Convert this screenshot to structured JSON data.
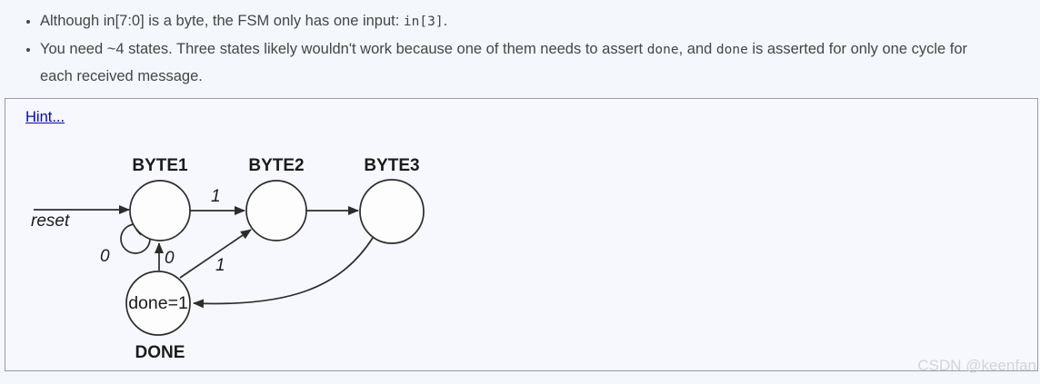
{
  "page": {
    "background": "#f4f7fc",
    "text_color": "#454545",
    "link_color": "#0000ee",
    "box_border_color": "#9b9ba1"
  },
  "notes": {
    "item1": {
      "text1": "Although in[7:0] is a byte, the FSM only has one input: ",
      "code1": "in[3]",
      "text2": "."
    },
    "item2": {
      "text1": "You need ~4 states. Three states likely wouldn't work because one of them needs to assert ",
      "code1": "done",
      "text2": ", and ",
      "code2": "done",
      "text3": " is asserted for only one cycle for each received message."
    }
  },
  "hint": {
    "link_label": "Hint..."
  },
  "diagram": {
    "initial_label": "reset",
    "states": [
      {
        "name": "BYTE1",
        "output": ""
      },
      {
        "name": "BYTE2",
        "output": ""
      },
      {
        "name": "BYTE3",
        "output": ""
      },
      {
        "name": "DONE",
        "output": "done=1"
      }
    ],
    "transitions": [
      {
        "from": "(start)",
        "to": "BYTE1",
        "label": "reset"
      },
      {
        "from": "BYTE1",
        "to": "BYTE1",
        "label": "0"
      },
      {
        "from": "BYTE1",
        "to": "BYTE2",
        "label": "1"
      },
      {
        "from": "BYTE2",
        "to": "BYTE3",
        "label": ""
      },
      {
        "from": "BYTE3",
        "to": "DONE",
        "label": ""
      },
      {
        "from": "DONE",
        "to": "BYTE1",
        "label": "0"
      },
      {
        "from": "DONE",
        "to": "BYTE2",
        "label": "1"
      }
    ]
  },
  "watermark": {
    "text": "CSDN @keenfan",
    "color": "#d4d4d6"
  }
}
